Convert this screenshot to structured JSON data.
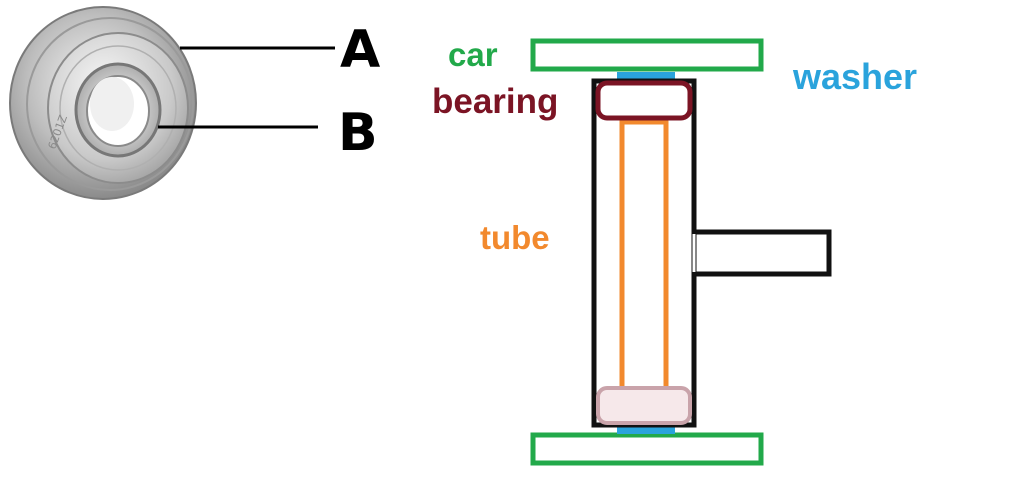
{
  "bearing_callouts": {
    "a": "A",
    "b": "B",
    "bearing_marking": "6201Z"
  },
  "diagram_labels": {
    "car": "car",
    "washer": "washer",
    "bearing": "bearing",
    "tube": "tube"
  },
  "colors": {
    "car": "#22a94a",
    "washer": "#2aa3dc",
    "bearing": "#7b1424",
    "tube": "#f2892d",
    "frame": "#111111"
  }
}
